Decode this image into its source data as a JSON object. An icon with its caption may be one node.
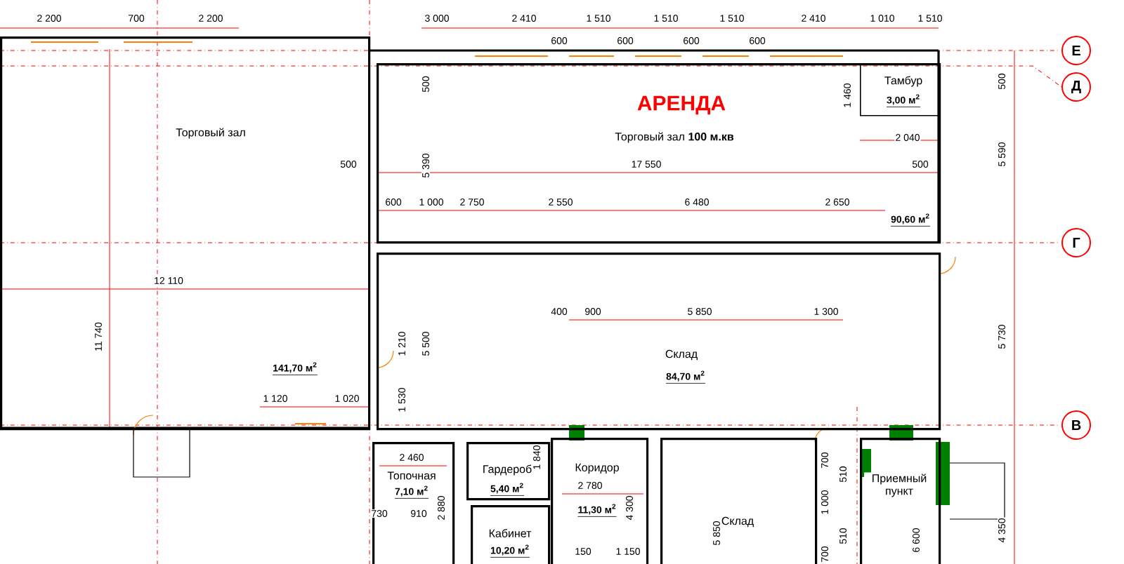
{
  "diagram": {
    "nodes": [
      {
        "text": [
          "Торговый зал",
          "141,70 м$^{2}$"
        ]
      },
      {
        "text": [
          "АРЕНДА",
          "Торговый зал **100 м.кв**",
          "90,60 м$^{2}$"
        ]
      },
      {
        "text": [
          "Тамбур",
          "3,00 м$^{2}$"
        ],
        "in": 1
      },
      {
        "text": [
          "Склад",
          "84,70 м$^{2}$"
        ]
      },
      {
        "text": [
          "Топочная",
          "7,10 м$^{2}$"
        ]
      },
      {
        "text": [
          "Гардероб",
          "5,40 м$^{2}$"
        ]
      },
      {
        "text": [
          "Коридор",
          "11,30 м$^{2}$"
        ]
      },
      {
        "text": [
          "Кабинет",
          "10,20 м$^{2}$"
        ]
      },
      {
        "text": [
          "Склад"
        ]
      },
      {
        "text": [
          "Приемный пункт"
        ]
      },
      {
        "text": [
          "Е"
        ]
      },
      {
        "text": [
          "Д"
        ]
      },
      {
        "text": [
          "Г"
        ]
      },
      {
        "text": [
          "В"
        ]
      }
    ],
    "labels": [
      "2 200",
      "700",
      "2 200",
      "3 000",
      "2 410",
      "600",
      "1 510",
      "600",
      "1 510",
      "600",
      "1 510",
      "600",
      "2 410",
      "1 010",
      "1 510",
      "500",
      "1 460",
      "500",
      "2 040",
      "500",
      "5 390",
      "17 550",
      "500",
      "5 590",
      "600",
      "1 000",
      "2 750",
      "2 550",
      "6 480",
      "2 650",
      "11 740",
      "12 110",
      "5 730",
      "400",
      "900",
      "5 850",
      "1 300",
      "1 210",
      "5 500",
      "1 530",
      "1 120",
      "1 020",
      "2 460",
      "1 840",
      "2 780",
      "730",
      "910",
      "2 880",
      "4 300",
      "5 850",
      "700",
      "510",
      "1 000",
      "510",
      "700",
      "6 600",
      "4 350",
      "150",
      "1 150"
    ]
  }
}
